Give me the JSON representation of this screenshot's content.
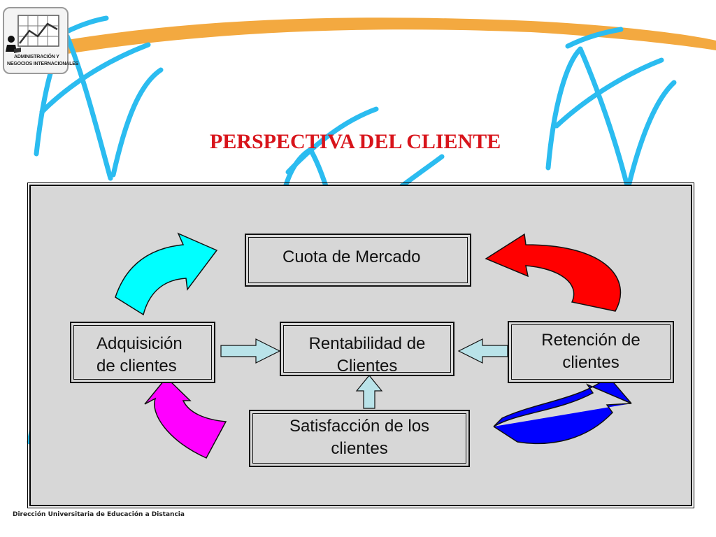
{
  "logo": {
    "line1": "ADMINISTRACIÓN Y",
    "line2": "NEGOCIOS INTERNACIONALES"
  },
  "title": "PERSPECTIVA DEL CLIENTE",
  "diagram": {
    "cuota": "Cuota de Mercado",
    "adquisicion": [
      "Adquisición",
      "de clientes"
    ],
    "rentabilidad": [
      "Rentabilidad de",
      "Clientes"
    ],
    "retencion": [
      "Retención de",
      "clientes"
    ],
    "satisfaccion": [
      "Satisfacción de los",
      "clientes"
    ]
  },
  "colors": {
    "title": "#d8141b",
    "cyan_arrow": "#00ffff",
    "red_arrow": "#ff0000",
    "magenta_arrow": "#ff00ff",
    "blue_arrow": "#0000ff",
    "small_arrow": "#b9e3e9",
    "decor_lines": "#2bbcf0",
    "decor_band": "#f2a436"
  },
  "footer": "Dirección Universitaria de Educación a Distancia"
}
